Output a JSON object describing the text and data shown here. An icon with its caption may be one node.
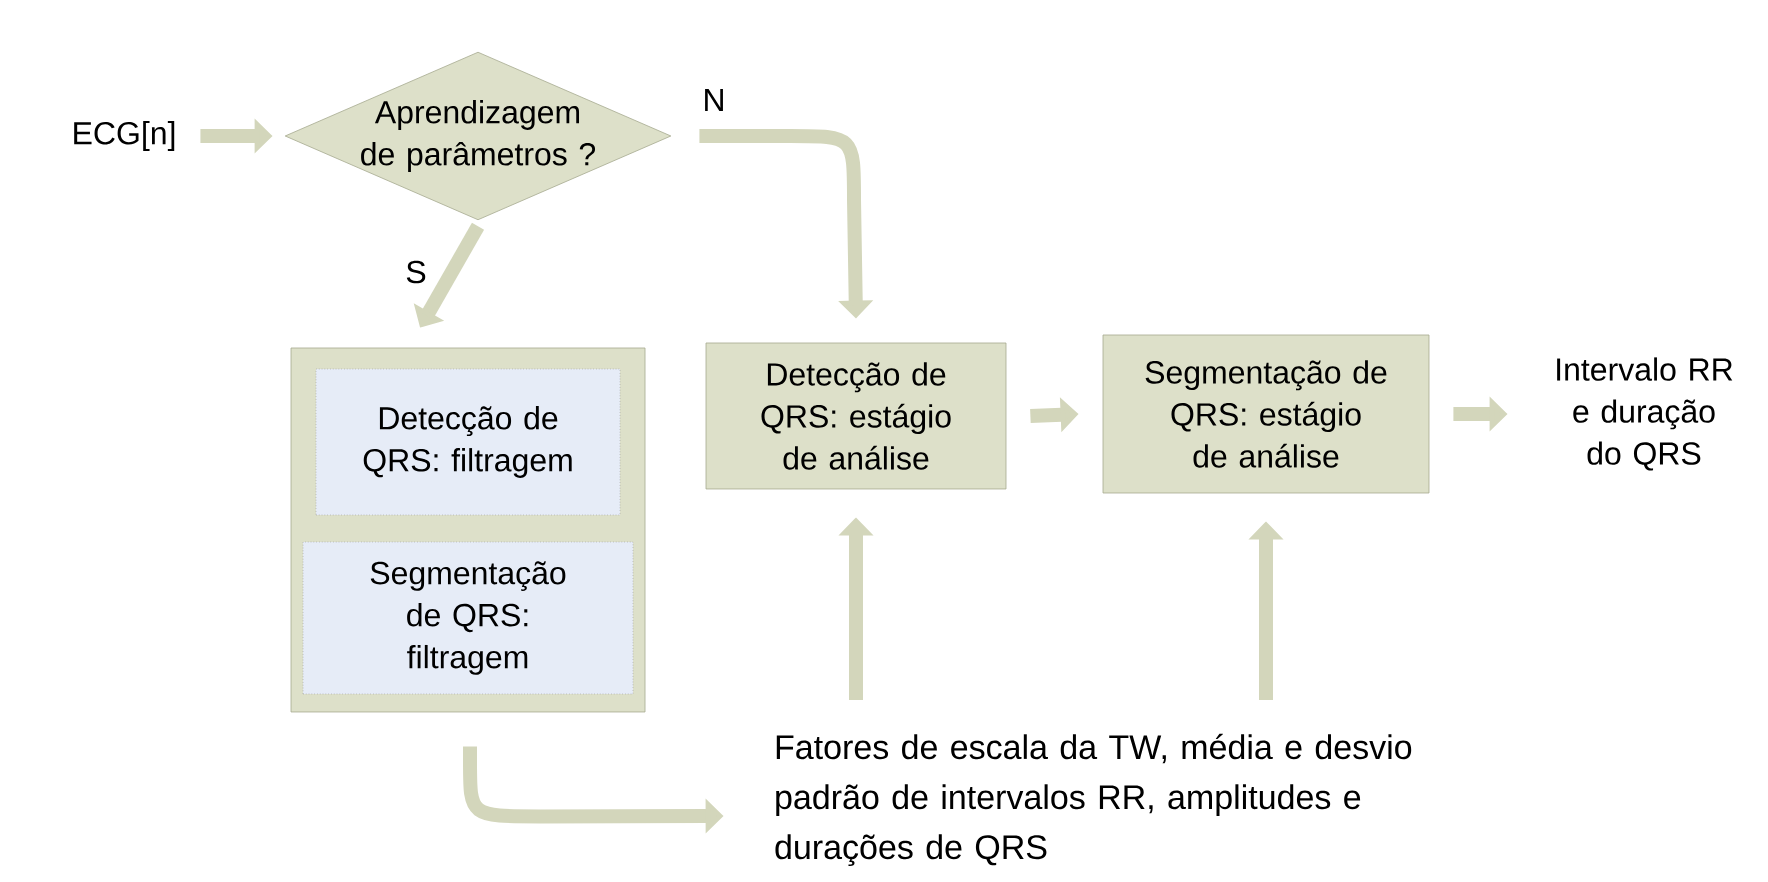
{
  "diagram": {
    "nodes": [
      {
        "text": [
          "ECG[n]"
        ]
      },
      {
        "text": [
          "Aprendizagem de parâmetros ?"
        ]
      },
      {
        "text": [],
        "shape": "box"
      },
      {
        "text": [
          "Detecção de QRS: filtragem"
        ],
        "in": 2
      },
      {
        "text": [
          "Segmentação de QRS: filtragem"
        ],
        "in": 2
      },
      {
        "text": [
          "Detecção de QRS: estágio de análise"
        ]
      },
      {
        "text": [
          "Segmentação de QRS: estágio de análise"
        ]
      },
      {
        "text": [
          "Intervalo RR e duração do QRS"
        ]
      },
      {
        "text": [
          "Fatores de escala da TW, média e desvio padrão de intervalos RR, amplitudes e durações de QRS"
        ]
      }
    ],
    "edges": [
      {
        "from": 0,
        "to": 1,
        "arrow": "to"
      },
      {
        "from": 1,
        "to": 2,
        "arrow": "to",
        "label": "S"
      },
      {
        "from": 1,
        "to": 5,
        "arrow": "to",
        "label": "N"
      },
      {
        "from": 5,
        "to": 6,
        "arrow": "to"
      },
      {
        "from": 6,
        "to": 7,
        "arrow": "to"
      },
      {
        "from": 8,
        "to": 5,
        "arrow": "to"
      },
      {
        "from": 8,
        "to": 6,
        "arrow": "to"
      },
      {
        "from": 2,
        "to": 8,
        "arrow": "to"
      }
    ]
  }
}
